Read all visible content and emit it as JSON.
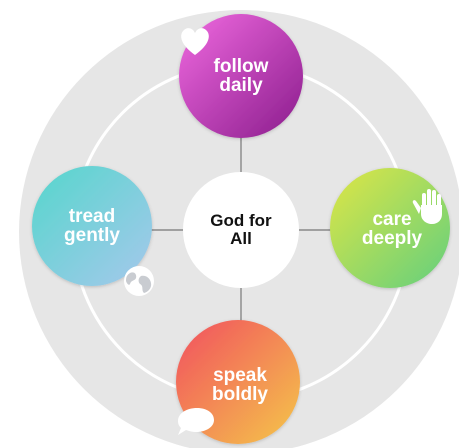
{
  "center": {
    "line1": "God for",
    "line2": "All"
  },
  "nodes": [
    {
      "id": "follow",
      "line1": "follow",
      "line2": "daily",
      "icon": "heart-icon",
      "gradient": [
        "#e85fd6",
        "#8a1c8c"
      ]
    },
    {
      "id": "care",
      "line1": "care",
      "line2": "deeply",
      "icon": "raised-hand-icon",
      "gradient": [
        "#d8e24a",
        "#6fd07a"
      ]
    },
    {
      "id": "speak",
      "line1": "speak",
      "line2": "boldly",
      "icon": "speech-bubble-icon",
      "gradient": [
        "#f25a5a",
        "#f3c24a"
      ]
    },
    {
      "id": "tread",
      "line1": "tread",
      "line2": "gently",
      "icon": "globe-icon",
      "gradient": [
        "#5ed8d0",
        "#9fc6ea"
      ]
    }
  ],
  "colors": {
    "outer_disc": "#e6e6e6",
    "ring": "#ffffff",
    "connector": "#777777",
    "center_fill": "#ffffff"
  }
}
